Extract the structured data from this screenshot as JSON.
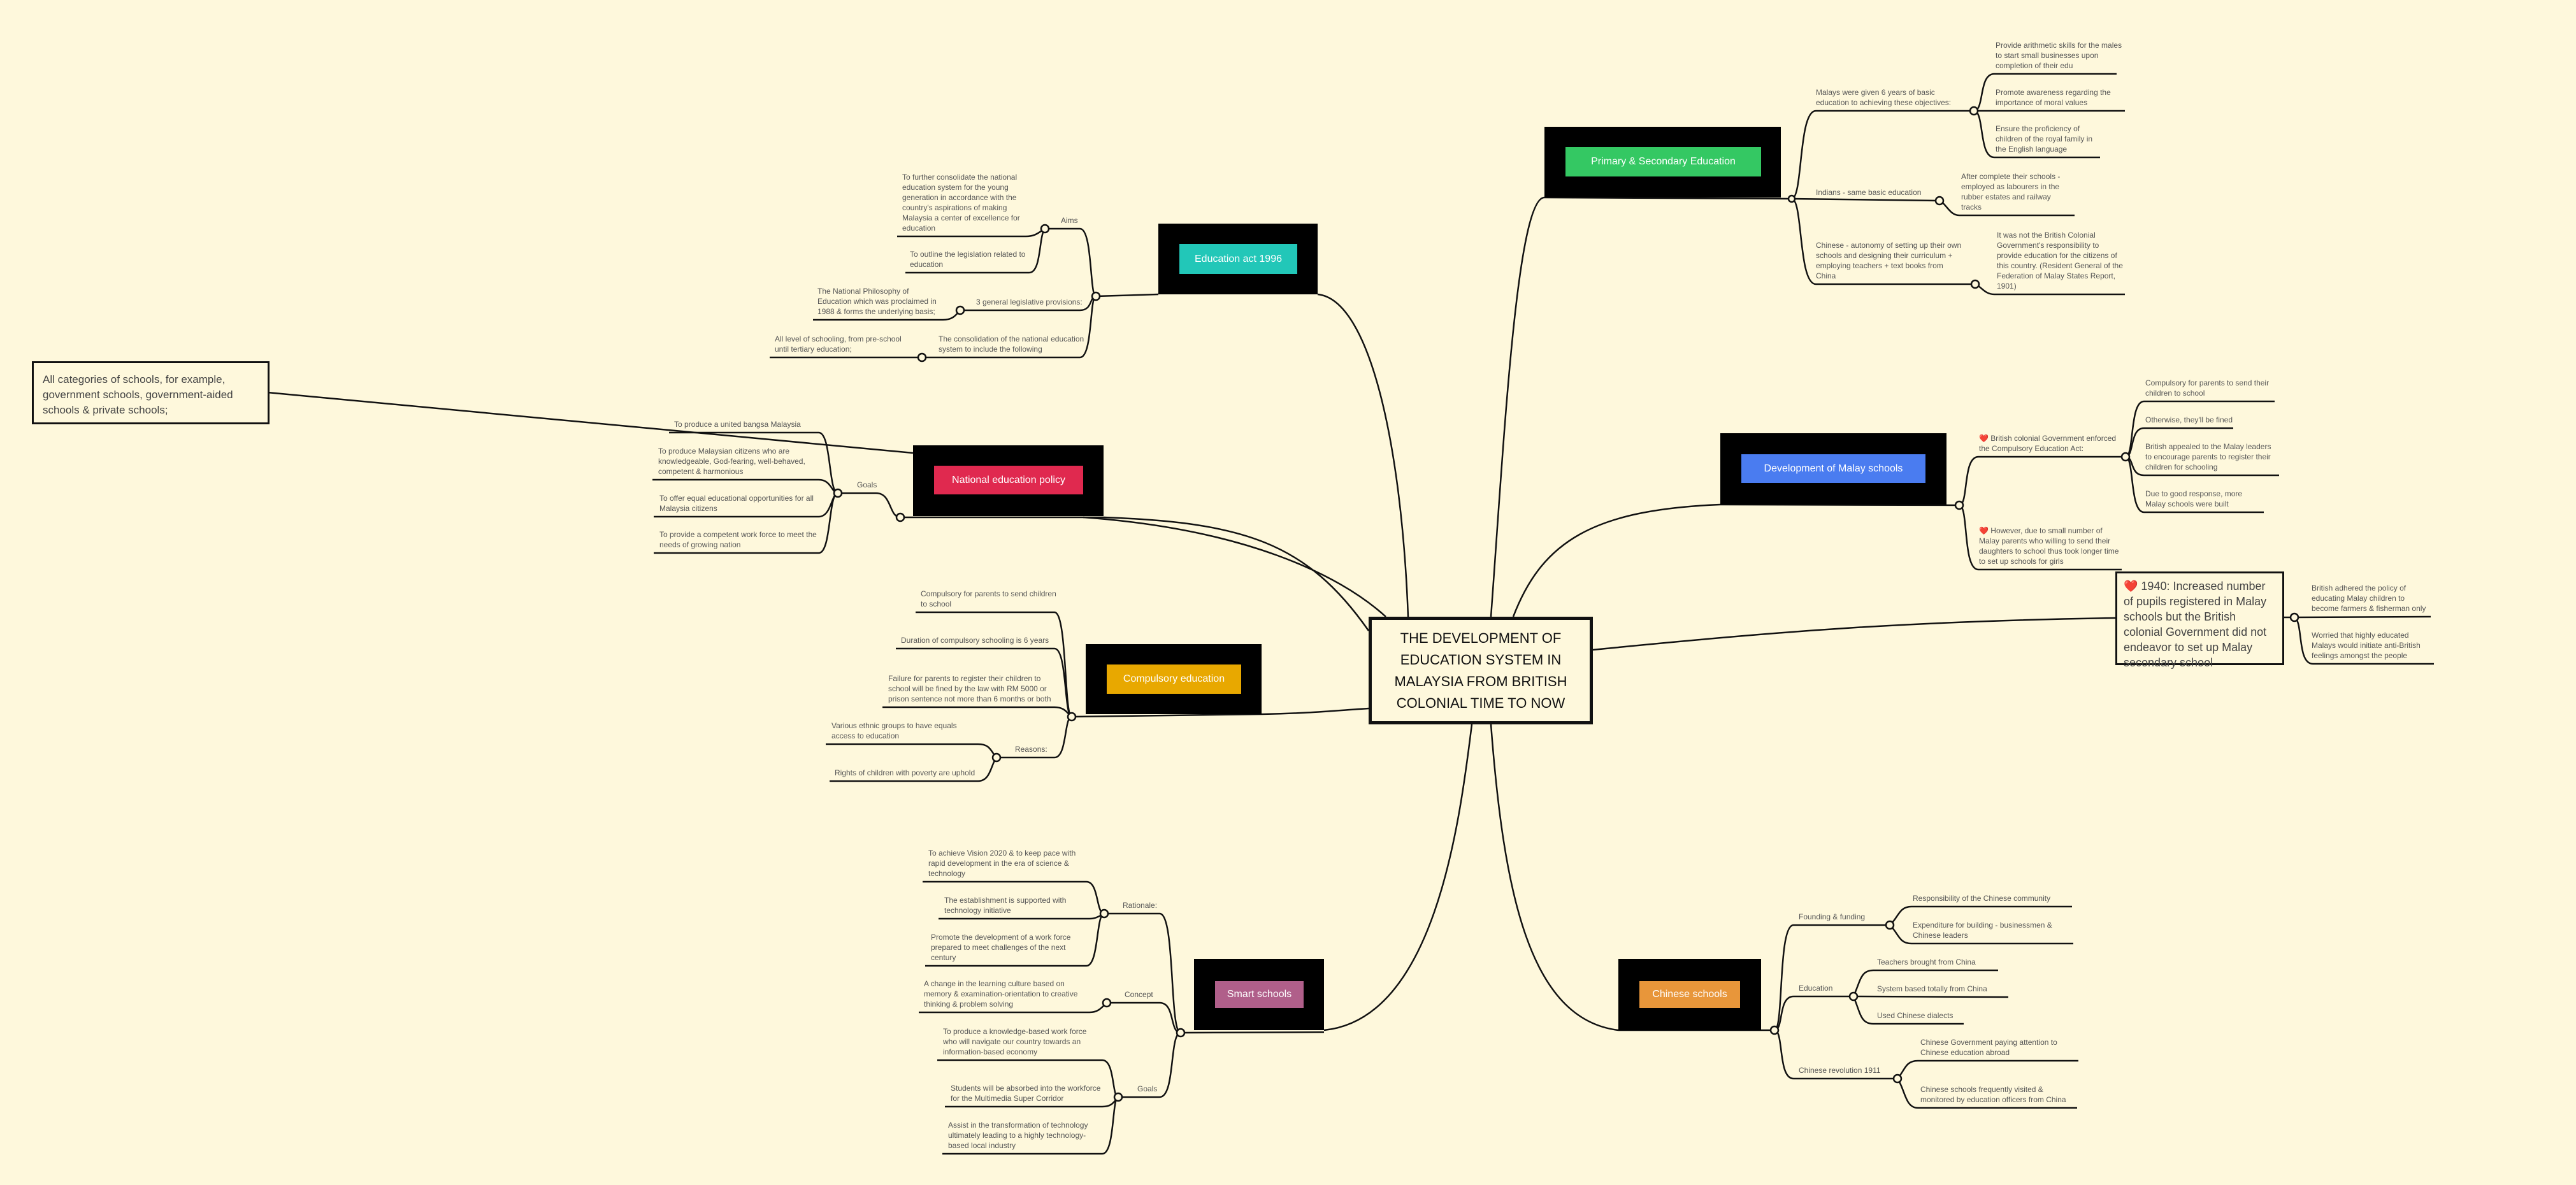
{
  "center": "THE DEVELOPMENT OF EDUCATION SYSTEM IN MALAYSIA FROM BRITISH COLONIAL TIME TO NOW",
  "colors": {
    "primary": "#34c863",
    "malay": "#4a7cf0",
    "chinese": "#e8963a",
    "smart": "#b05f8a",
    "compulsory": "#e8a800",
    "national": "#e0294f",
    "act": "#22c7b8"
  },
  "primary": {
    "title": "Primary & Secondary Education",
    "malays": "Malays were given 6 years of basic education to achieving these objectives:",
    "malays_items": [
      "Provide arithmetic skills for the males to start small businesses upon completion of their edu",
      "Promote awareness regarding the importance of moral values",
      "Ensure the proficiency of children of the royal family in the English language"
    ],
    "indians": "Indians - same basic education",
    "indians_item": "After complete their schools - employed as labourers in the rubber estates and railway tracks",
    "chinese": "Chinese - autonomy of setting up their own schools and designing their curriculum + employing teachers + text books from China",
    "chinese_item": "It was not the British Colonial Government's responsibility to provide education for the citizens of this country. (Resident General of the Federation of Malay States Report, 1901)"
  },
  "malay": {
    "title": "Development of Malay schools",
    "act": "British colonial Government enforced the Compulsory Education Act:",
    "act_items": [
      "Compulsory for parents to send their children to school",
      "Otherwise, they'll be fined",
      "British appealed to the Malay leaders to encourage parents to register their children for schooling",
      "Due to good response, more Malay schools were built"
    ],
    "girls": "However, due to small number of Malay parents who willing to send their daughters to school thus took longer time to set up schools for girls"
  },
  "y1940": {
    "title": "1940: Increased number of pupils registered in Malay schools but the British colonial Government did not endeavor to set up Malay secondary school",
    "items": [
      "British adhered the policy  of educating Malay children to become farmers & fisherman only",
      "Worried that highly educated Malays would initiate anti-British feelings amongst the people"
    ]
  },
  "chinese": {
    "title": "Chinese schools",
    "founding": "Founding & funding",
    "founding_items": [
      "Responsibility of the Chinese community",
      "Expenditure for building - businessmen & Chinese leaders"
    ],
    "education": "Education",
    "education_items": [
      "Teachers brought from China",
      "System based totally from China",
      "Used Chinese dialects"
    ],
    "revolution": "Chinese revolution 1911",
    "revolution_items": [
      "Chinese Government paying attention to Chinese education abroad",
      "Chinese schools frequently visited & monitored by education officers from China"
    ]
  },
  "smart": {
    "title": "Smart schools",
    "rationale": "Rationale:",
    "rationale_items": [
      "To achieve Vision 2020 & to keep pace with rapid development in the era of science & technology",
      "The establishment is supported with technology initiative",
      "Promote the development of a work force prepared to meet challenges of the next century"
    ],
    "concept": "Concept",
    "concept_item": "A change in the learning culture based on memory & examination-orientation to creative thinking & problem solving",
    "goals": "Goals",
    "goals_items": [
      "To produce a knowledge-based work force who will navigate our country towards an information-based economy",
      "Students will be absorbed into the workforce for the Multimedia Super Corridor",
      "Assist in the transformation of technology ultimately leading to a highly technology-based local industry"
    ]
  },
  "compulsory": {
    "title": "Compulsory education",
    "items": [
      "Compulsory for parents to send children to school",
      "Duration of compulsory schooling is 6 years",
      "Failure for parents to register their children to school will be fined by the law with RM 5000 or prison sentence not more than 6 months or both"
    ],
    "reasons": "Reasons:",
    "reasons_items": [
      "Various ethnic groups to have equals access to education",
      "Rights of children with poverty are uphold"
    ]
  },
  "national": {
    "title": "National education policy",
    "goals": "Goals",
    "goals_items": [
      "To produce a united bangsa Malaysia",
      "To produce Malaysian citizens who are knowledgeable, God-fearing, well-behaved, competent & harmonious",
      "To offer equal educational opportunities for all Malaysia citizens",
      "To provide a competent work force to meet the needs of growing nation"
    ],
    "schools_box": "All categories of schools, for example, government schools, government-aided schools & private schools;"
  },
  "act": {
    "title": "Education act 1996",
    "aims": "Aims",
    "aims_items": [
      "To further consolidate the national education system for the young generation in accordance with the country's aspirations of making Malaysia a center of excellence for education",
      "To outline the legislation related to education"
    ],
    "provisions": "3 general legislative provisions:",
    "provisions_item": "The National Philosophy of Education which was proclaimed in 1988 & forms the underlying basis;",
    "consolidation": "The consolidation of the national education system to include the following",
    "consolidation_item": "All level of schooling, from pre-school until tertiary education;"
  }
}
